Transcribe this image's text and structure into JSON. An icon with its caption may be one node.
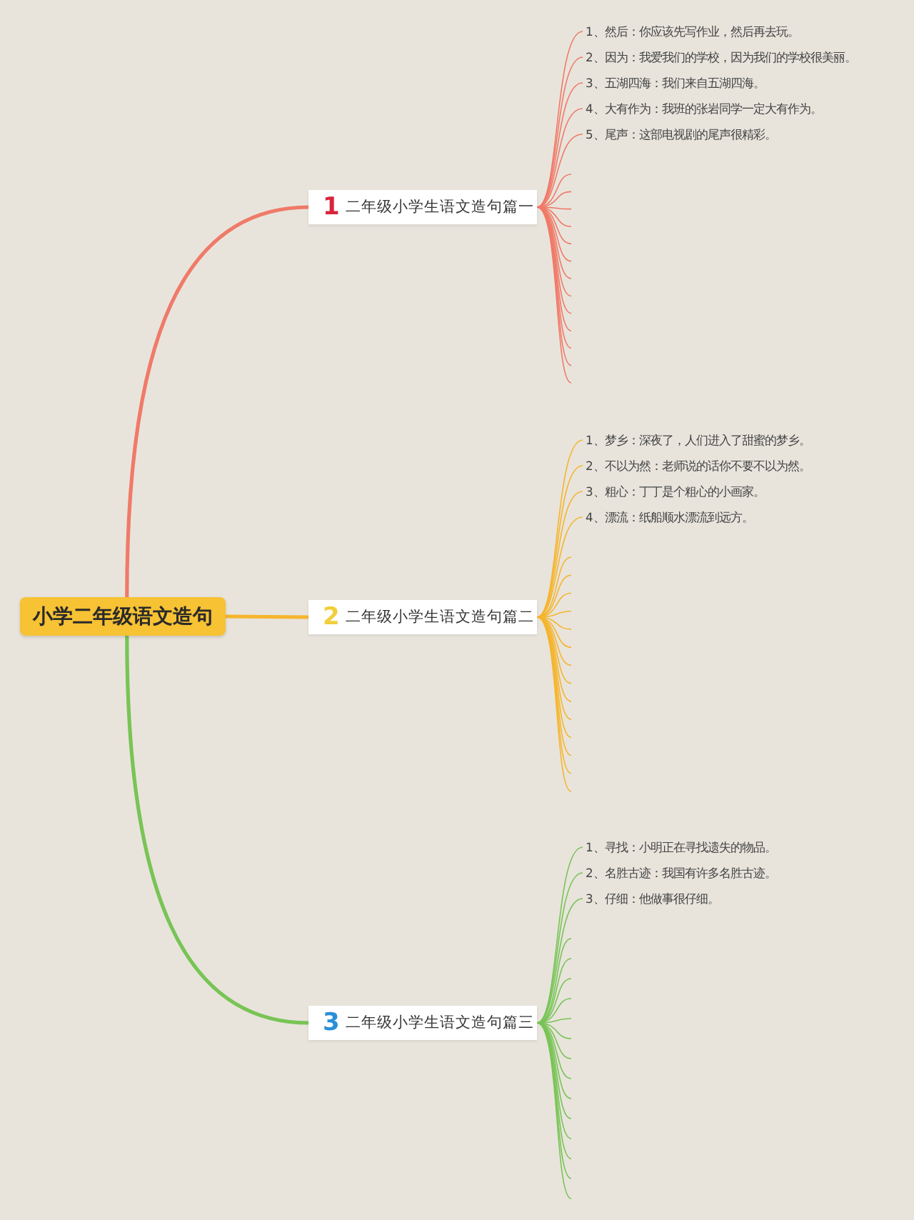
{
  "diagram": {
    "nodes": [
      {
        "text": [
          "小学二年级语文造句"
        ]
      },
      {
        "text": [
          "1",
          "二年级小学生语文造句篇一"
        ]
      },
      {
        "text": [
          "1、然后：你应该先写作业，然后再去玩。"
        ]
      },
      {
        "text": [
          "2、因为：我爱我们的学校，因为我们的学校很美丽。"
        ]
      },
      {
        "text": [
          "3、五湖四海：我们来自五湖四海。"
        ]
      },
      {
        "text": [
          "4、大有作为：我班的张岩同学一定大有作为。"
        ]
      },
      {
        "text": [
          "5、尾声：这部电视剧的尾声很精彩。"
        ]
      },
      {
        "text": [
          "2",
          "二年级小学生语文造句篇二"
        ]
      },
      {
        "text": [
          "1、梦乡：深夜了，人们进入了甜蜜的梦乡。"
        ]
      },
      {
        "text": [
          "2、不以为然：老师说的话你不要不以为然。"
        ]
      },
      {
        "text": [
          "3、粗心：丁丁是个粗心的小画家。"
        ]
      },
      {
        "text": [
          "4、漂流：纸船顺水漂流到远方。"
        ]
      },
      {
        "text": [
          "3",
          "二年级小学生语文造句篇三"
        ]
      },
      {
        "text": [
          "1、寻找：小明正在寻找遗失的物品。"
        ]
      },
      {
        "text": [
          "2、名胜古迹：我国有许多名胜古迹。"
        ]
      },
      {
        "text": [
          "3、仔细：他做事很仔细。"
        ]
      }
    ],
    "edges": [
      {
        "from": 0,
        "to": 1,
        "arrow": "none",
        "style": "thick",
        "color": "#f07a68"
      },
      {
        "from": 0,
        "to": 7,
        "arrow": "none",
        "style": "thick",
        "color": "#f5b52e"
      },
      {
        "from": 0,
        "to": 12,
        "arrow": "none",
        "style": "thick",
        "color": "#78c455"
      },
      {
        "from": 1,
        "to": 2,
        "arrow": "none",
        "color": "#f07a68"
      },
      {
        "from": 1,
        "to": 3,
        "arrow": "none",
        "color": "#f07a68"
      },
      {
        "from": 1,
        "to": 4,
        "arrow": "none",
        "color": "#f07a68"
      },
      {
        "from": 1,
        "to": 5,
        "arrow": "none",
        "color": "#f07a68"
      },
      {
        "from": 1,
        "to": 6,
        "arrow": "none",
        "color": "#f07a68"
      },
      {
        "from": 1,
        "to": null,
        "arrow": "none",
        "color": "#f07a68"
      },
      {
        "from": 1,
        "to": null,
        "arrow": "none",
        "color": "#f07a68"
      },
      {
        "from": 1,
        "to": null,
        "arrow": "none",
        "color": "#f07a68"
      },
      {
        "from": 1,
        "to": null,
        "arrow": "none",
        "color": "#f07a68"
      },
      {
        "from": 1,
        "to": null,
        "arrow": "none",
        "color": "#f07a68"
      },
      {
        "from": 1,
        "to": null,
        "arrow": "none",
        "color": "#f07a68"
      },
      {
        "from": 1,
        "to": null,
        "arrow": "none",
        "color": "#f07a68"
      },
      {
        "from": 1,
        "to": null,
        "arrow": "none",
        "color": "#f07a68"
      },
      {
        "from": 1,
        "to": null,
        "arrow": "none",
        "color": "#f07a68"
      },
      {
        "from": 1,
        "to": null,
        "arrow": "none",
        "color": "#f07a68"
      },
      {
        "from": 1,
        "to": null,
        "arrow": "none",
        "color": "#f07a68"
      },
      {
        "from": 1,
        "to": null,
        "arrow": "none",
        "color": "#f07a68"
      },
      {
        "from": 1,
        "to": null,
        "arrow": "none",
        "color": "#f07a68"
      },
      {
        "from": 7,
        "to": 8,
        "arrow": "none",
        "color": "#f5b52e"
      },
      {
        "from": 7,
        "to": 9,
        "arrow": "none",
        "color": "#f5b52e"
      },
      {
        "from": 7,
        "to": 10,
        "arrow": "none",
        "color": "#f5b52e"
      },
      {
        "from": 7,
        "to": 11,
        "arrow": "none",
        "color": "#f5b52e"
      },
      {
        "from": 7,
        "to": null,
        "arrow": "none",
        "color": "#f5b52e"
      },
      {
        "from": 7,
        "to": null,
        "arrow": "none",
        "color": "#f5b52e"
      },
      {
        "from": 7,
        "to": null,
        "arrow": "none",
        "color": "#f5b52e"
      },
      {
        "from": 7,
        "to": null,
        "arrow": "none",
        "color": "#f5b52e"
      },
      {
        "from": 7,
        "to": null,
        "arrow": "none",
        "color": "#f5b52e"
      },
      {
        "from": 7,
        "to": null,
        "arrow": "none",
        "color": "#f5b52e"
      },
      {
        "from": 7,
        "to": null,
        "arrow": "none",
        "color": "#f5b52e"
      },
      {
        "from": 7,
        "to": null,
        "arrow": "none",
        "color": "#f5b52e"
      },
      {
        "from": 7,
        "to": null,
        "arrow": "none",
        "color": "#f5b52e"
      },
      {
        "from": 7,
        "to": null,
        "arrow": "none",
        "color": "#f5b52e"
      },
      {
        "from": 7,
        "to": null,
        "arrow": "none",
        "color": "#f5b52e"
      },
      {
        "from": 7,
        "to": null,
        "arrow": "none",
        "color": "#f5b52e"
      },
      {
        "from": 7,
        "to": null,
        "arrow": "none",
        "color": "#f5b52e"
      },
      {
        "from": 7,
        "to": null,
        "arrow": "none",
        "color": "#f5b52e"
      },
      {
        "from": 12,
        "to": 13,
        "arrow": "none",
        "color": "#78c455"
      },
      {
        "from": 12,
        "to": 14,
        "arrow": "none",
        "color": "#78c455"
      },
      {
        "from": 12,
        "to": 15,
        "arrow": "none",
        "color": "#78c455"
      },
      {
        "from": 12,
        "to": null,
        "arrow": "none",
        "color": "#78c455"
      },
      {
        "from": 12,
        "to": null,
        "arrow": "none",
        "color": "#78c455"
      },
      {
        "from": 12,
        "to": null,
        "arrow": "none",
        "color": "#78c455"
      },
      {
        "from": 12,
        "to": null,
        "arrow": "none",
        "color": "#78c455"
      },
      {
        "from": 12,
        "to": null,
        "arrow": "none",
        "color": "#78c455"
      },
      {
        "from": 12,
        "to": null,
        "arrow": "none",
        "color": "#78c455"
      },
      {
        "from": 12,
        "to": null,
        "arrow": "none",
        "color": "#78c455"
      },
      {
        "from": 12,
        "to": null,
        "arrow": "none",
        "color": "#78c455"
      },
      {
        "from": 12,
        "to": null,
        "arrow": "none",
        "color": "#78c455"
      },
      {
        "from": 12,
        "to": null,
        "arrow": "none",
        "color": "#78c455"
      },
      {
        "from": 12,
        "to": null,
        "arrow": "none",
        "color": "#78c455"
      },
      {
        "from": 12,
        "to": null,
        "arrow": "none",
        "color": "#78c455"
      },
      {
        "from": 12,
        "to": null,
        "arrow": "none",
        "color": "#78c455"
      },
      {
        "from": 12,
        "to": null,
        "arrow": "none",
        "color": "#78c455"
      }
    ]
  }
}
